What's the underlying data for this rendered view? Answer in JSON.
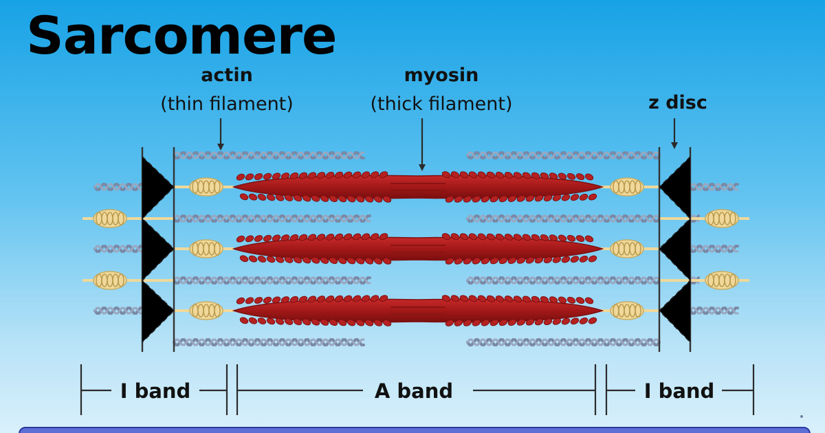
{
  "title": "Sarcomere",
  "labels": {
    "actin": "actin",
    "actin_sub": "(thin filament)",
    "myosin": "myosin",
    "myosin_sub": "(thick filament)",
    "zdisc": "z disc"
  },
  "bands": {
    "left_i": "I band",
    "a": "A band",
    "right_i": "I band"
  },
  "colors": {
    "myosin": "#b52121",
    "myosin_dark": "#7d1010",
    "actin": "#7a89a6",
    "titin": "#f0d89a",
    "background_top": "#17a2e6",
    "background_bottom": "#d9f0fb",
    "bottom_bar": "#5b6fd6"
  }
}
